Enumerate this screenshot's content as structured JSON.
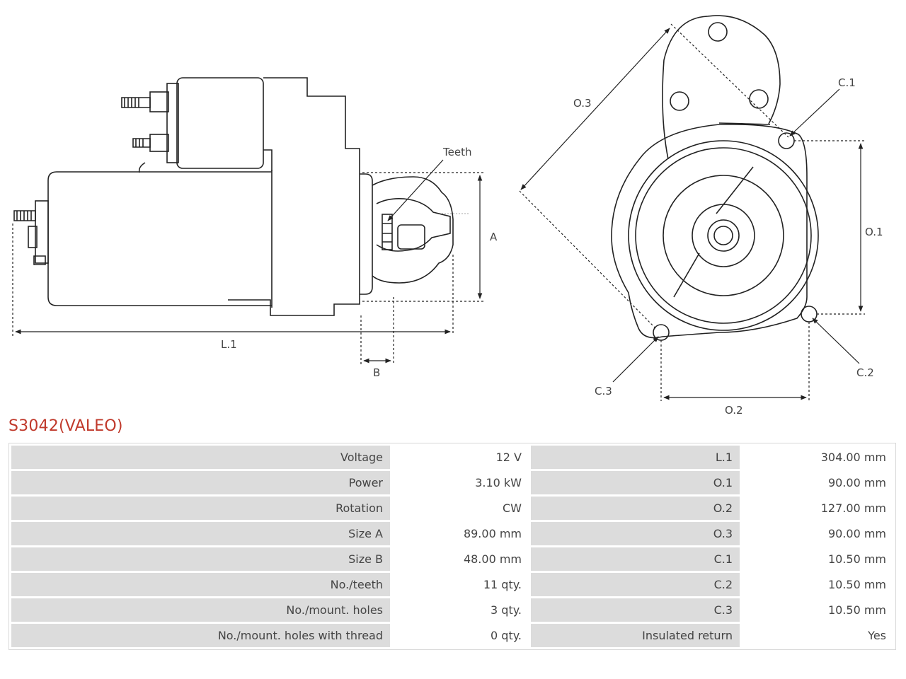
{
  "part": {
    "title": "S3042(VALEO)"
  },
  "diagram": {
    "side_view": {
      "teeth": "Teeth",
      "a": "A",
      "b": "B",
      "l1": "L.1"
    },
    "front_view": {
      "o1": "O.1",
      "o2": "O.2",
      "o3": "O.3",
      "c1": "C.1",
      "c2": "C.2",
      "c3": "C.3"
    }
  },
  "specs": {
    "rows": [
      {
        "label1": "Voltage",
        "value1": "12 V",
        "label2": "L.1",
        "value2": "304.00 mm"
      },
      {
        "label1": "Power",
        "value1": "3.10 kW",
        "label2": "O.1",
        "value2": "90.00 mm"
      },
      {
        "label1": "Rotation",
        "value1": "CW",
        "label2": "O.2",
        "value2": "127.00 mm"
      },
      {
        "label1": "Size A",
        "value1": "89.00 mm",
        "label2": "O.3",
        "value2": "90.00 mm"
      },
      {
        "label1": "Size B",
        "value1": "48.00 mm",
        "label2": "C.1",
        "value2": "10.50 mm"
      },
      {
        "label1": "No./teeth",
        "value1": "11 qty.",
        "label2": "C.2",
        "value2": "10.50 mm"
      },
      {
        "label1": "No./mount. holes",
        "value1": "3 qty.",
        "label2": "C.3",
        "value2": "10.50 mm"
      },
      {
        "label1": "No./mount. holes with thread",
        "value1": "0 qty.",
        "label2": "Insulated return",
        "value2": "Yes"
      }
    ]
  },
  "colors": {
    "title": "#c0392b",
    "label_bg": "#dcdcdc",
    "line": "#222222"
  }
}
